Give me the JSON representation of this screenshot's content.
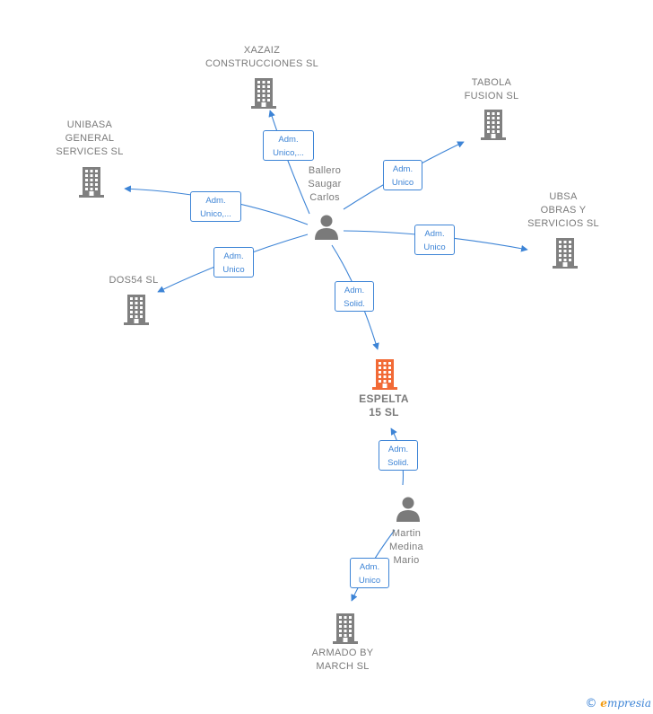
{
  "colors": {
    "edge": "#3d84d6",
    "company": "#808080",
    "company_highlight": "#f26a36",
    "person": "#7a7a7a",
    "label": "#7a7a7a"
  },
  "nodes": {
    "xazaiz": {
      "label": "XAZAIZ\nCONSTRUCCIONES SL",
      "icon": "building-icon"
    },
    "tabola": {
      "label": "TABOLA\nFUSION  SL",
      "icon": "building-icon"
    },
    "unibasa": {
      "label": "UNIBASA\nGENERAL\nSERVICES  SL",
      "icon": "building-icon"
    },
    "ubsa": {
      "label": "UBSA\nOBRAS Y\nSERVICIOS  SL",
      "icon": "building-icon"
    },
    "dos54": {
      "label": "DOS54  SL",
      "icon": "building-icon"
    },
    "espelta": {
      "label": "ESPELTA\n15  SL",
      "icon": "building-icon"
    },
    "armado": {
      "label": "ARMADO BY\nMARCH  SL",
      "icon": "building-icon"
    },
    "ballero": {
      "label": "Ballero\nSaugar\nCarlos",
      "icon": "person-icon"
    },
    "martin": {
      "label": "Martin\nMedina\nMario",
      "icon": "person-icon"
    }
  },
  "edges": {
    "ballero_xazaiz": "Adm.\nUnico,...",
    "ballero_tabola": "Adm.\nUnico",
    "ballero_unibasa": "Adm.\nUnico,...",
    "ballero_ubsa": "Adm.\nUnico",
    "ballero_dos54": "Adm.\nUnico",
    "ballero_espelta": "Adm.\nSolid.",
    "martin_espelta": "Adm.\nSolid.",
    "martin_armado": "Adm.\nUnico"
  },
  "watermark": {
    "copyright": "©",
    "brand_e": "e",
    "brand_rest": "mpresia"
  }
}
